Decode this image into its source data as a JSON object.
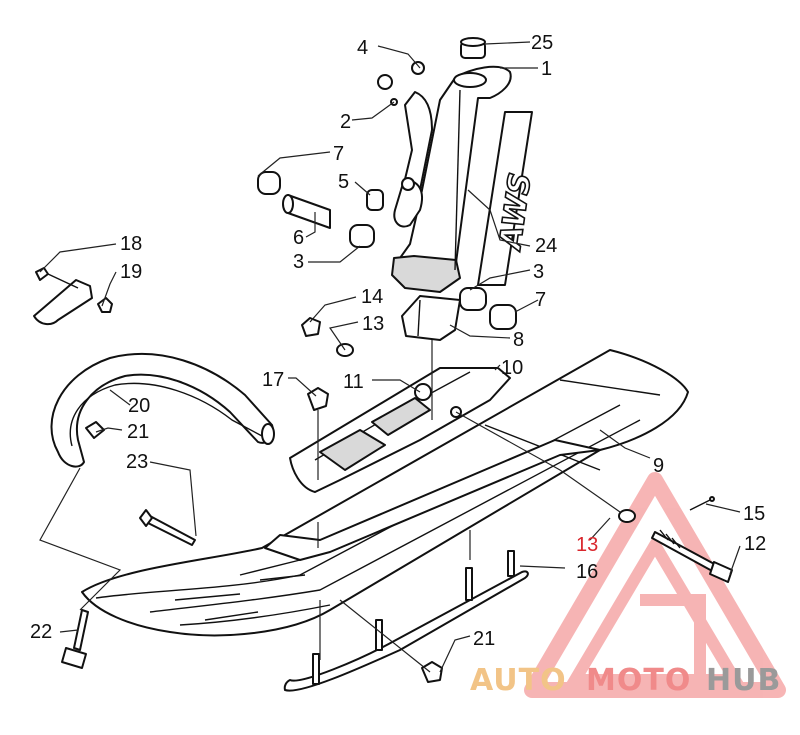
{
  "diagram": {
    "brand_decal": "AWS",
    "colors": {
      "line": "#111111",
      "red_callout": "#d9262c"
    },
    "callouts": {
      "c1": "1",
      "c2": "2",
      "c3a": "3",
      "c3b": "3",
      "c4": "4",
      "c5": "5",
      "c6": "6",
      "c7a": "7",
      "c7b": "7",
      "c8": "8",
      "c9": "9",
      "c10": "10",
      "c11": "11",
      "c12": "12",
      "c13a": "13",
      "c13b": "13",
      "c14": "14",
      "c15": "15",
      "c16": "16",
      "c17": "17",
      "c18": "18",
      "c19": "19",
      "c20": "20",
      "c21a": "21",
      "c21b": "21",
      "c22": "22",
      "c23": "23",
      "c24": "24",
      "c25": "25"
    }
  },
  "watermark": {
    "part1": "AUTO",
    "part2": "MOTO",
    "part3": "HUB",
    "colors": {
      "auto": "#f2c487",
      "moto": "#f08a8a",
      "hub": "#9a9a9a",
      "triangle": "#f07878"
    }
  }
}
